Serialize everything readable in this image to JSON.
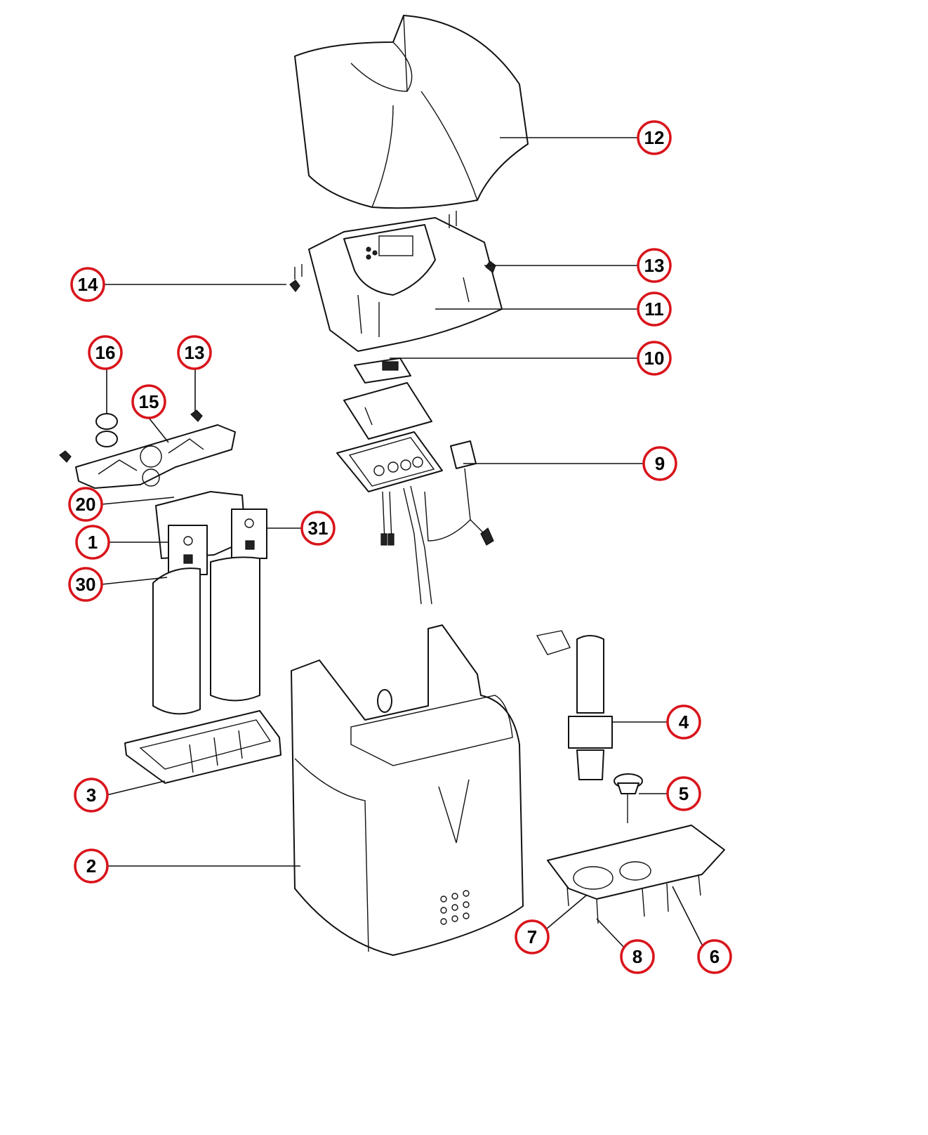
{
  "colors": {
    "callout_ring": "#d9141b",
    "line_art": "#111111",
    "background": "#ffffff"
  },
  "callouts": [
    {
      "id": "c12",
      "label": "12"
    },
    {
      "id": "c13a",
      "label": "13"
    },
    {
      "id": "c14",
      "label": "14"
    },
    {
      "id": "c11",
      "label": "11"
    },
    {
      "id": "c10",
      "label": "10"
    },
    {
      "id": "c16",
      "label": "16"
    },
    {
      "id": "c13b",
      "label": "13"
    },
    {
      "id": "c15",
      "label": "15"
    },
    {
      "id": "c9",
      "label": "9"
    },
    {
      "id": "c20",
      "label": "20"
    },
    {
      "id": "c31",
      "label": "31"
    },
    {
      "id": "c1",
      "label": "1"
    },
    {
      "id": "c30",
      "label": "30"
    },
    {
      "id": "c4",
      "label": "4"
    },
    {
      "id": "c5",
      "label": "5"
    },
    {
      "id": "c3",
      "label": "3"
    },
    {
      "id": "c2",
      "label": "2"
    },
    {
      "id": "c7",
      "label": "7"
    },
    {
      "id": "c8",
      "label": "8"
    },
    {
      "id": "c6",
      "label": "6"
    }
  ]
}
